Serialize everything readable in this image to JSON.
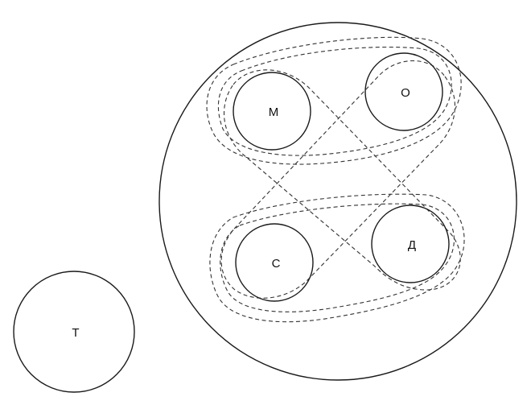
{
  "diagram": {
    "nodes": {
      "M": "М",
      "O": "О",
      "C": "С",
      "D": "Д",
      "T": "Т"
    }
  }
}
